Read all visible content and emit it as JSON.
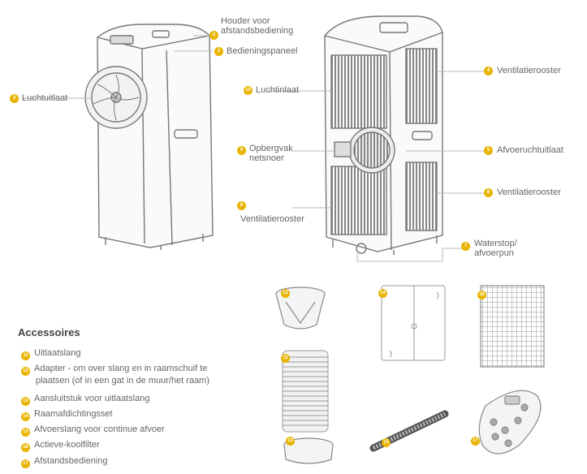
{
  "callouts": {
    "c2_l1": "Houder voor",
    "c2_l2": "afstandsbediening",
    "c1": "Bedieningspaneel",
    "c3": "Luchtuitlaat",
    "c10": "Luchtinlaat",
    "c4": "Ventilatierooster",
    "c9_l1": "Opbergvak",
    "c9_l2": "netsnoer",
    "c5": "Afvoeruchtuitlaat",
    "c8": "Ventilatierooster",
    "c6": "Ventilatierooster",
    "c7_l1": "Waterstop/",
    "c7_l2": "afvoerpun"
  },
  "accessories": {
    "title": "Accessoires",
    "items": [
      {
        "num": "11",
        "text": "Uitlaatslang"
      },
      {
        "num": "12",
        "text": "Adapter - om over slang en in raamschuif te",
        "text2": "plaatsen (of in een gat in de muur/het raam)"
      },
      {
        "num": "13",
        "text": "Aansluitstuk voor uitlaatslang"
      },
      {
        "num": "14",
        "text": "Raamafdichtingsset"
      },
      {
        "num": "15",
        "text": "Afvoerslang voor continue afvoer"
      },
      {
        "num": "16",
        "text": "Actieve-koolfilter"
      },
      {
        "num": "17",
        "text": "Afstandsbediening"
      }
    ]
  },
  "badges": {
    "b1": "1",
    "b2": "2",
    "b3": "3",
    "b4": "4",
    "b5": "5",
    "b6": "6",
    "b7": "7",
    "b8": "8",
    "b9": "9",
    "b10": "10",
    "b11": "11",
    "b12": "12",
    "b13": "13",
    "b14": "14",
    "b15": "15",
    "b16": "16",
    "b17": "17"
  },
  "colors": {
    "badge": "#e8b400",
    "line": "#b8b8b8"
  }
}
